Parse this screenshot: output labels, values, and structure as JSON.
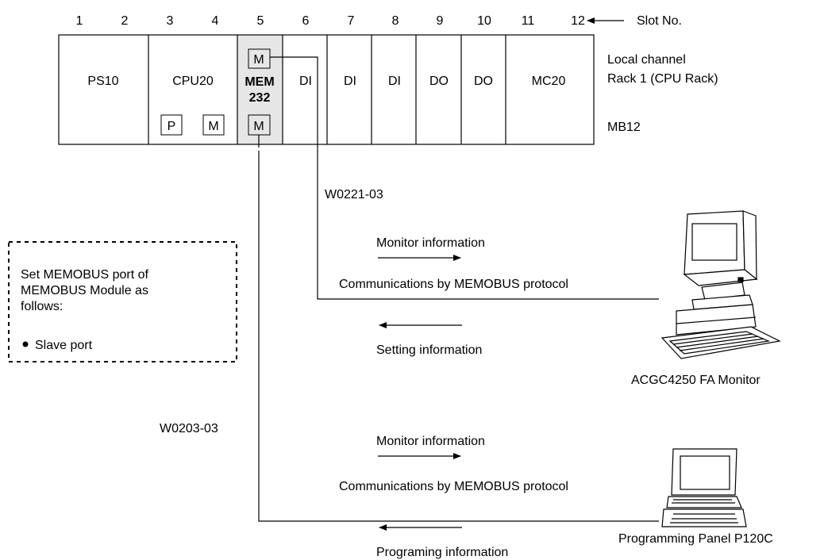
{
  "slots": {
    "numbers": [
      "1",
      "2",
      "3",
      "4",
      "5",
      "6",
      "7",
      "8",
      "9",
      "10",
      "11",
      "12"
    ],
    "label": "Slot No."
  },
  "rack": {
    "modules": [
      "PS10",
      "CPU20",
      "MEM",
      "232",
      "DI",
      "DI",
      "DI",
      "DO",
      "DO",
      "MC20"
    ],
    "cpu_ports": [
      "P",
      "M"
    ],
    "mem_ports": [
      "M",
      "M"
    ],
    "channel": "Local channel",
    "rack_name": "Rack 1 (CPU Rack)",
    "backplane": "MB12",
    "highlight_color": "#e6e6e6"
  },
  "note": {
    "lines": [
      "Set MEMOBUS port of",
      "MEMOBUS Module as",
      "follows:"
    ],
    "bullet": "Slave port"
  },
  "upper_link": {
    "cable": "W0221-03",
    "monitor": "Monitor information",
    "protocol": "Communications by MEMOBUS protocol",
    "setting": "Setting information",
    "device": "ACGC4250 FA Monitor",
    "device_icon": "desktop-computer-icon"
  },
  "lower_link": {
    "cable": "W0203-03",
    "monitor": "Monitor information",
    "protocol": "Communications by MEMOBUS protocol",
    "programming": "Programing information",
    "device": "Programming Panel P120C",
    "device_icon": "laptop-computer-icon"
  }
}
